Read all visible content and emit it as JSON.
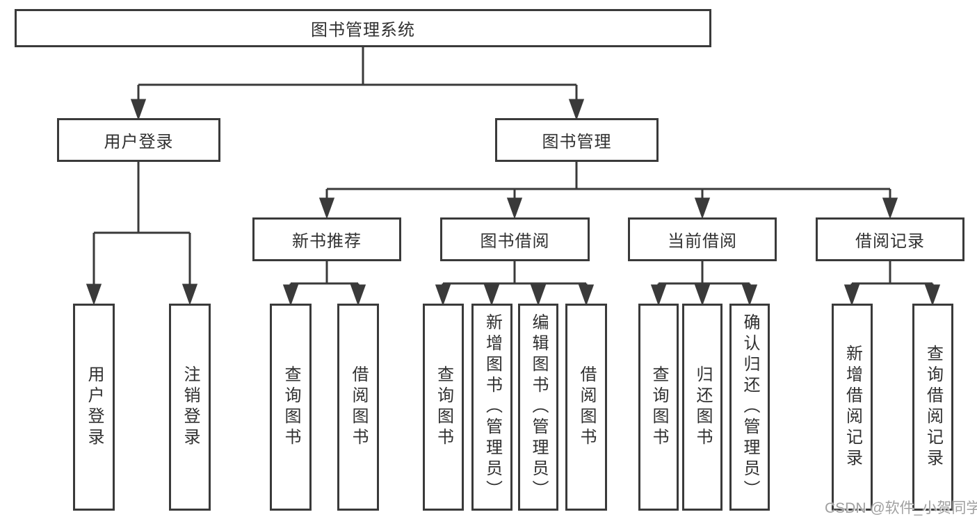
{
  "nodes": {
    "root": "图书管理系统",
    "user_login": "用户登录",
    "book_mgmt": "图书管理",
    "new_book_rec": "新书推荐",
    "book_borrow": "图书借阅",
    "current_borrow": "当前借阅",
    "borrow_record": "借阅记录",
    "leaf_user_login": "用户登录",
    "leaf_logout": "注销登录",
    "leaf_query_book_rec": "查询图书",
    "leaf_borrow_book_rec": "借阅图书",
    "leaf_query_book_borrow": "查询图书",
    "leaf_add_book": "新增图书（管理员）",
    "leaf_edit_book": "编辑图书（管理员）",
    "leaf_borrow_book": "借阅图书",
    "leaf_query_book_current": "查询图书",
    "leaf_return_book": "归还图书",
    "leaf_confirm_return": "确认归还（管理员）",
    "leaf_add_borrow_record": "新增借阅记录",
    "leaf_query_borrow_record": "查询借阅记录"
  },
  "hierarchy": [
    {
      "parent": "图书管理系统",
      "children": [
        "用户登录",
        "图书管理"
      ]
    },
    {
      "parent": "用户登录",
      "children": [
        "用户登录",
        "注销登录"
      ]
    },
    {
      "parent": "图书管理",
      "children": [
        "新书推荐",
        "图书借阅",
        "当前借阅",
        "借阅记录"
      ]
    },
    {
      "parent": "新书推荐",
      "children": [
        "查询图书",
        "借阅图书"
      ]
    },
    {
      "parent": "图书借阅",
      "children": [
        "查询图书",
        "新增图书（管理员）",
        "编辑图书（管理员）",
        "借阅图书"
      ]
    },
    {
      "parent": "当前借阅",
      "children": [
        "查询图书",
        "归还图书",
        "确认归还（管理员）"
      ]
    },
    {
      "parent": "借阅记录",
      "children": [
        "新增借阅记录",
        "查询借阅记录"
      ]
    }
  ],
  "watermark": "CSDN @软件_小贺同学",
  "colors": {
    "line": "#3a3a3a",
    "border": "#3a3a3a",
    "text": "#303030",
    "watermark": "#a0a0a0",
    "background": "#ffffff"
  }
}
